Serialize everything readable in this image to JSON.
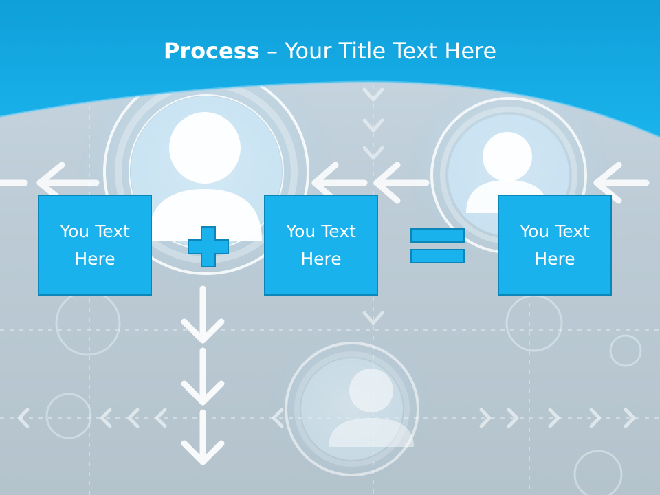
{
  "slide": {
    "title_bold": "Process",
    "title_separator": " – ",
    "title_rest": "Your Title Text Here"
  },
  "boxes": [
    {
      "text": "You Text Here"
    },
    {
      "text": "You Text Here"
    },
    {
      "text": "You Text Here"
    }
  ],
  "operators": {
    "first": "plus-icon",
    "second": "equals-icon"
  },
  "colors": {
    "header_blue": "#12a6e0",
    "box_fill": "#19b2ec",
    "box_border": "#0b86b8",
    "background": "#c2d1db"
  }
}
